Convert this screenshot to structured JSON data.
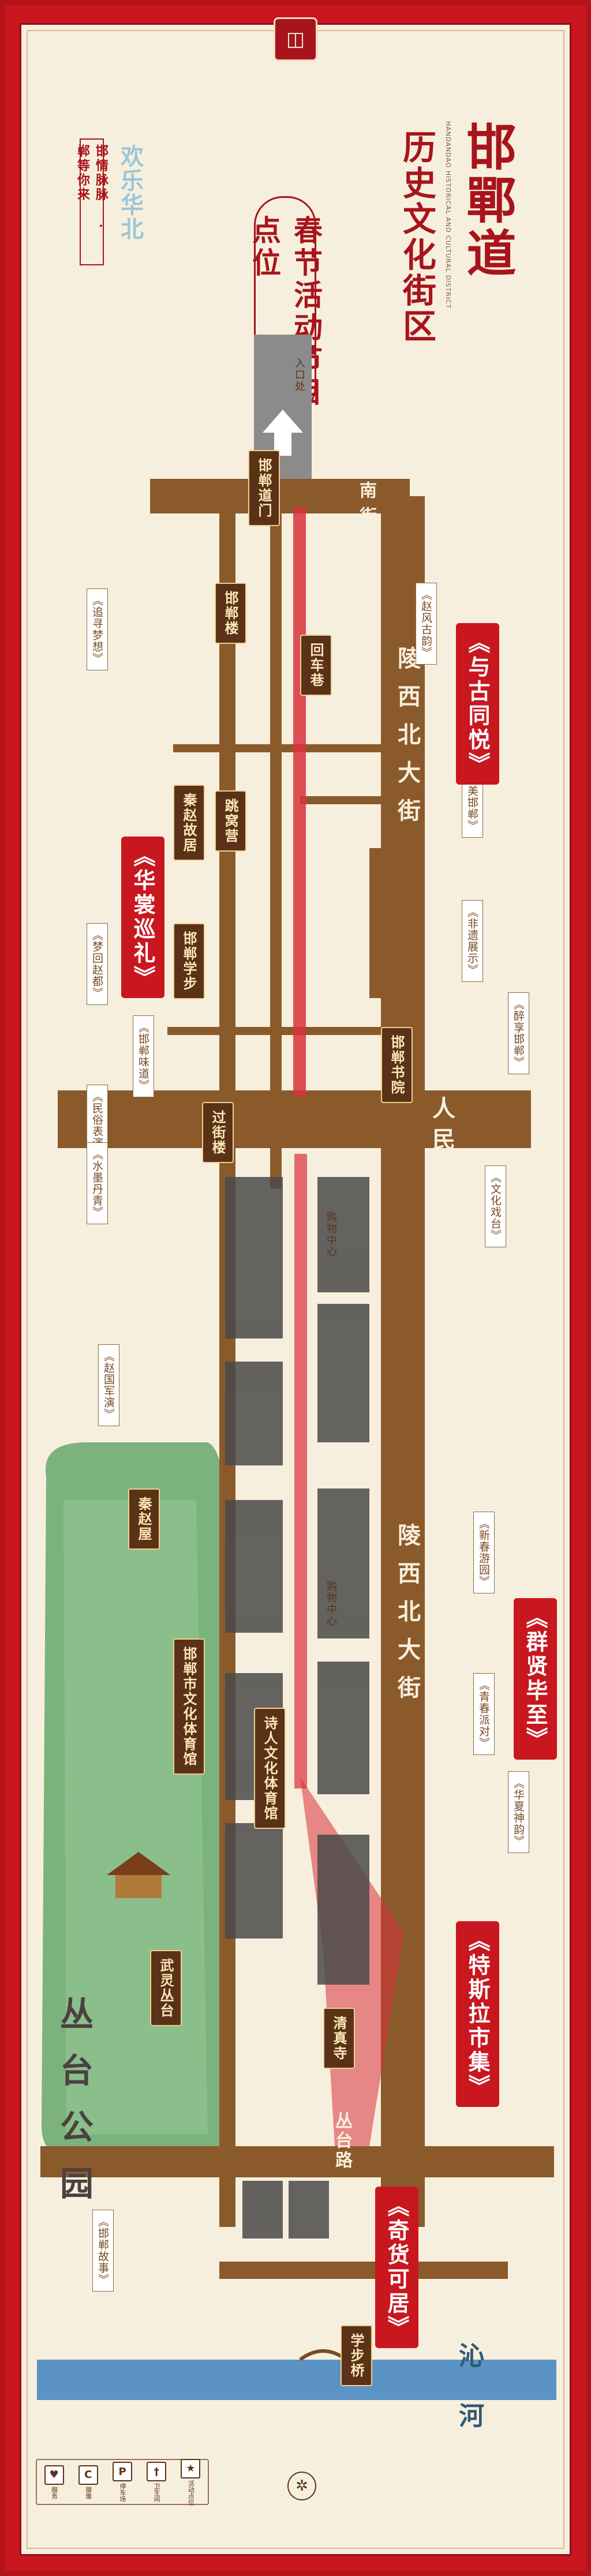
{
  "header": {
    "logo_glyph": "◫",
    "title_main": "邯鄲道",
    "title_sub": "历史文化街区",
    "title_pinyin": "HANDANDAO HISTORICAL AND CULTURAL DISTRICT",
    "banner": "春节活动节目点位",
    "slogan": "邯情脉脉 · 郸等你来",
    "brand": "欢乐华北"
  },
  "roads": {
    "lingxi_north_upper": "陵西北大街",
    "lingxi_north_lower": "陵西北大街",
    "renmin_east": "人民东路",
    "chengnan": "城南街",
    "congtai": "丛台路",
    "river": "沁河",
    "park": "丛台公园"
  },
  "buildings": [
    {
      "id": "gate",
      "label": "邯郸道门"
    },
    {
      "id": "gan_dan",
      "label": "邯郸楼"
    },
    {
      "id": "huishi",
      "label": "回车巷"
    },
    {
      "id": "qiyuan",
      "label": "秦赵故居"
    },
    {
      "id": "tiaowo",
      "label": "跳窝营"
    },
    {
      "id": "handan_hua",
      "label": "邯郸学步"
    },
    {
      "id": "xuebu",
      "label": "邯郸书院"
    },
    {
      "id": "xian",
      "label": "过街楼"
    },
    {
      "id": "qingrong",
      "label": "秦赵屋"
    },
    {
      "id": "museum",
      "label": "邯郸市文化体育馆"
    },
    {
      "id": "jiadao",
      "label": "诗人文化体育馆"
    },
    {
      "id": "wuling",
      "label": "武灵丛台"
    },
    {
      "id": "xuebu_bridge",
      "label": "学步桥"
    },
    {
      "id": "tianyuan",
      "label": "清真寺"
    }
  ],
  "events": [
    {
      "id": "e1",
      "label": "《赵风古韵》"
    },
    {
      "id": "e2",
      "label": "《追寻梦想》"
    },
    {
      "id": "e3",
      "label": "《醉美邯郸》"
    },
    {
      "id": "e4",
      "label": "《非遗展示》"
    },
    {
      "id": "e5",
      "label": "《梦回赵都》"
    },
    {
      "id": "e6",
      "label": "《醉享邯郸》"
    },
    {
      "id": "e7",
      "label": "《邯郸味道》"
    },
    {
      "id": "e8",
      "label": "《民俗表演》"
    },
    {
      "id": "e9",
      "label": "《水墨丹青》"
    },
    {
      "id": "e10",
      "label": "《文化戏台》"
    },
    {
      "id": "e11",
      "label": "《赵国军演》"
    },
    {
      "id": "e12",
      "label": "《新春游园》"
    },
    {
      "id": "e13",
      "label": "《青春派对》"
    },
    {
      "id": "e14",
      "label": "《华夏神韵》"
    },
    {
      "id": "e15",
      "label": "《邯郸故事》"
    }
  ],
  "highlights": [
    {
      "id": "h1",
      "label": "《与古同悦》"
    },
    {
      "id": "h2",
      "label": "《华裳巡礼》"
    },
    {
      "id": "h3",
      "label": "《群贤毕至》"
    },
    {
      "id": "h4",
      "label": "《特斯拉市集》"
    },
    {
      "id": "h5",
      "label": "《奇货可居》"
    }
  ],
  "plazas": {
    "entrance": "入口处",
    "center_plaza": "购物中心",
    "center_plaza2": "购物中心"
  },
  "legend": [
    {
      "icon": "♥",
      "label": "服务"
    },
    {
      "icon": "C",
      "label": "摄像"
    },
    {
      "icon": "P",
      "label": "停车场"
    },
    {
      "icon": "†",
      "label": "卫生间"
    },
    {
      "icon": "★",
      "label": "活动点位"
    }
  ],
  "compass": "✲",
  "colors": {
    "frame": "#b5121b",
    "paper": "#f7efdd",
    "road": "#8b5a2b",
    "label_dark": "#5a3217",
    "highlight": "#c8171f",
    "park": "#7cb37d",
    "river": "#5b93c4"
  }
}
